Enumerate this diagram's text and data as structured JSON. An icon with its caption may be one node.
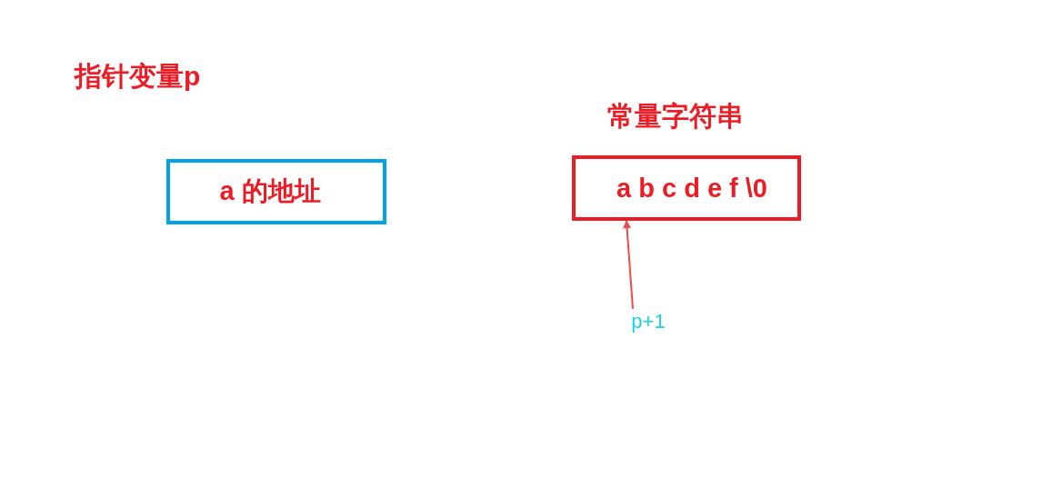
{
  "diagram": {
    "nodes": [
      {
        "text": [
          "a 的地址"
        ],
        "beside": [
          "指针变量p"
        ]
      },
      {
        "text": [
          "a b c d e f \\0"
        ],
        "beside": [
          "常量字符串"
        ]
      },
      {
        "text": [
          "p+1"
        ]
      }
    ],
    "edges": [
      {
        "from": 2,
        "to": 1,
        "arrow": "to"
      }
    ]
  }
}
